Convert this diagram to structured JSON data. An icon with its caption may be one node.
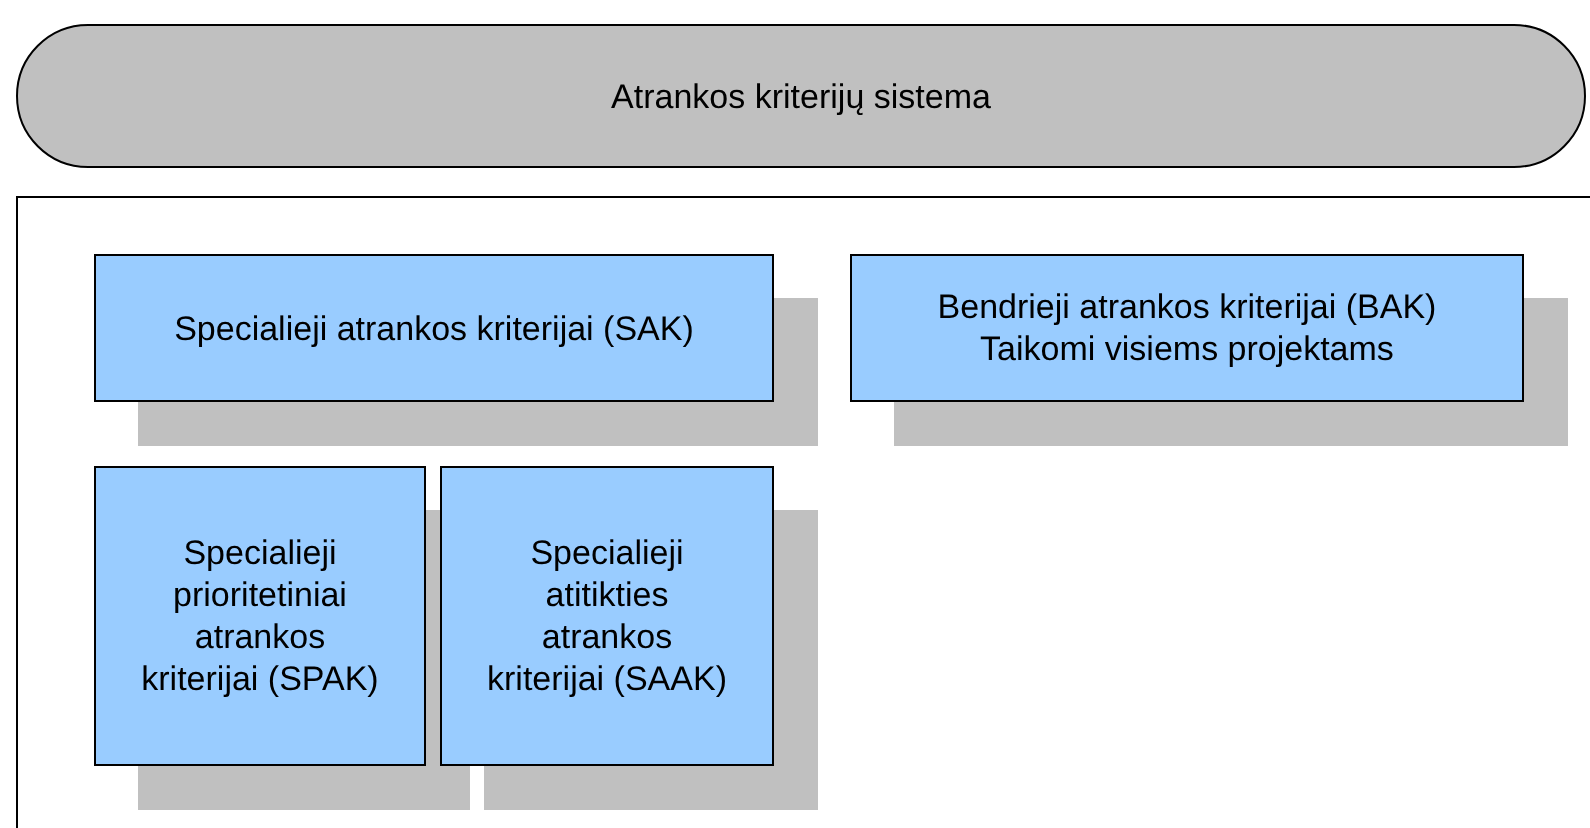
{
  "diagram": {
    "nodes": [
      {
        "text": [
          "Atrankos kriterijų sistema"
        ]
      },
      {
        "text": [],
        "shape": "box"
      },
      {
        "text": [
          "Specialieji atrankos kriterijai (SAK)"
        ],
        "in": 1
      },
      {
        "text": [
          "Bendrieji atrankos kriterijai (BAK)",
          "Taikomi visiems projektams"
        ],
        "in": 1
      },
      {
        "text": [
          "Specialieji prioritetiniai atrankos kriterijai (SPAK)"
        ],
        "in": 1
      },
      {
        "text": [
          "Specialieji atitikties atrankos kriterijai (SAAK)"
        ],
        "in": 1
      }
    ]
  }
}
